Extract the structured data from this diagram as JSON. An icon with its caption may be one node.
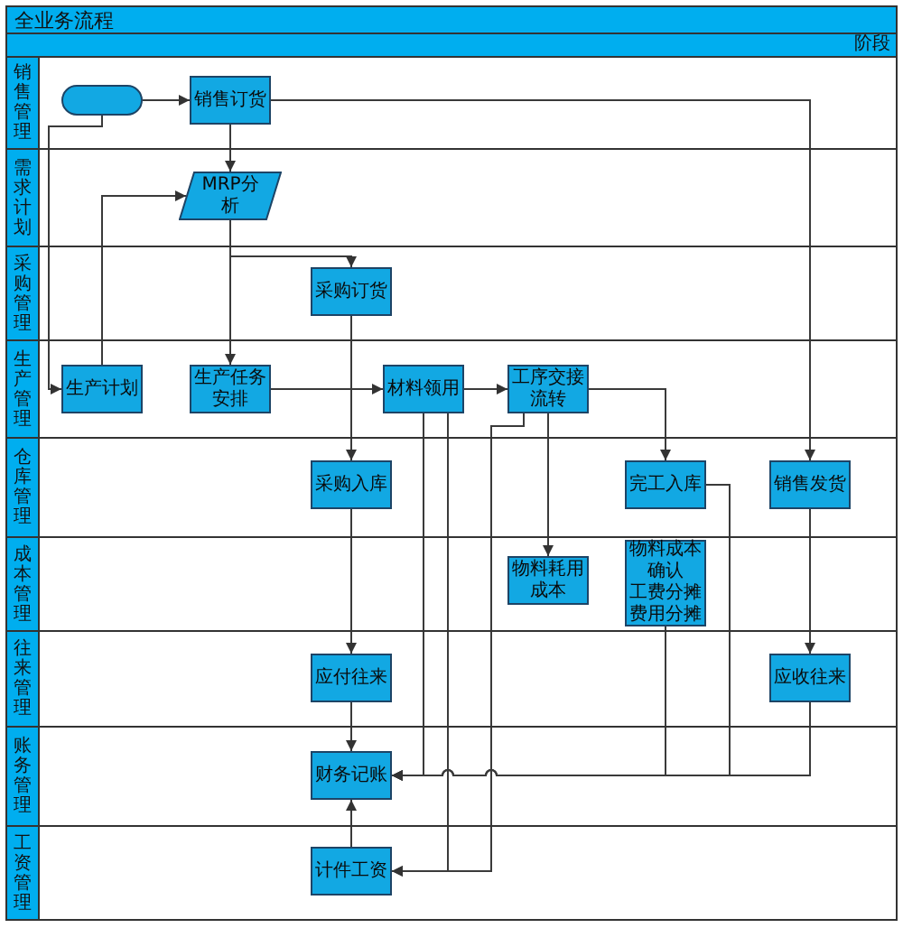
{
  "diagram": {
    "title": "全业务流程",
    "nodes": [
      {
        "text": [
          "销售管理"
        ]
      },
      {
        "text": [],
        "shape": "pill",
        "in": 0
      },
      {
        "text": [
          "销售订货"
        ],
        "in": 0
      },
      {
        "text": [
          "需求计划"
        ]
      },
      {
        "text": [
          "MRP分析"
        ],
        "in": 3
      },
      {
        "text": [
          "采购管理"
        ]
      },
      {
        "text": [
          "采购订货"
        ],
        "in": 5
      },
      {
        "text": [
          "生产管理"
        ]
      },
      {
        "text": [
          "生产计划"
        ],
        "in": 7
      },
      {
        "text": [
          "生产任务安排"
        ],
        "in": 7
      },
      {
        "text": [
          "材料领用"
        ],
        "in": 7
      },
      {
        "text": [
          "工序交接流转"
        ],
        "in": 7
      },
      {
        "text": [
          "仓库管理"
        ]
      },
      {
        "text": [
          "采购入库"
        ],
        "in": 12
      },
      {
        "text": [
          "完工入库"
        ],
        "in": 12
      },
      {
        "text": [
          "销售发货"
        ],
        "in": 12
      },
      {
        "text": [
          "成本管理"
        ]
      },
      {
        "text": [
          "物料耗用成本"
        ],
        "in": 16
      },
      {
        "text": [
          "物料成本确认",
          "工费分摊",
          "费用分摊"
        ],
        "in": 16
      },
      {
        "text": [
          "往来管理"
        ]
      },
      {
        "text": [
          "应付往来"
        ],
        "in": 19
      },
      {
        "text": [
          "应收往来"
        ],
        "in": 19
      },
      {
        "text": [
          "账务管理"
        ]
      },
      {
        "text": [
          "财务记账"
        ],
        "in": 22
      },
      {
        "text": [
          "工资管理"
        ]
      },
      {
        "text": [
          "计件工资"
        ],
        "in": 24
      }
    ],
    "edges": [
      {
        "from": 1,
        "to": 2,
        "arrow": "to"
      },
      {
        "from": 2,
        "to": 4,
        "arrow": "to"
      },
      {
        "from": 2,
        "to": 15,
        "arrow": "to"
      },
      {
        "from": 1,
        "to": 8,
        "arrow": "to"
      },
      {
        "from": 8,
        "to": 4,
        "arrow": "to"
      },
      {
        "from": 4,
        "to": 6,
        "arrow": "to"
      },
      {
        "from": 4,
        "to": 9,
        "arrow": "to"
      },
      {
        "from": 9,
        "to": 10,
        "arrow": "to"
      },
      {
        "from": 10,
        "to": 11,
        "arrow": "to"
      },
      {
        "from": 6,
        "to": 13,
        "arrow": "to"
      },
      {
        "from": 11,
        "to": 17,
        "arrow": "to"
      },
      {
        "from": 11,
        "to": 14,
        "arrow": "to"
      },
      {
        "from": 13,
        "to": 20,
        "arrow": "to"
      },
      {
        "from": 15,
        "to": 21,
        "arrow": "to"
      },
      {
        "from": 20,
        "to": 23,
        "arrow": "to"
      },
      {
        "from": 25,
        "to": 23,
        "arrow": "to"
      },
      {
        "from": 21,
        "to": 23,
        "arrow": "to"
      },
      {
        "from": 10,
        "to": 23,
        "arrow": "to"
      },
      {
        "from": 18,
        "to": 23,
        "arrow": "to"
      },
      {
        "from": 14,
        "to": 23,
        "arrow": "to"
      },
      {
        "from": 10,
        "to": 25,
        "arrow": "to"
      },
      {
        "from": 11,
        "to": 25,
        "arrow": "to"
      }
    ],
    "labels": [
      "阶段"
    ]
  }
}
